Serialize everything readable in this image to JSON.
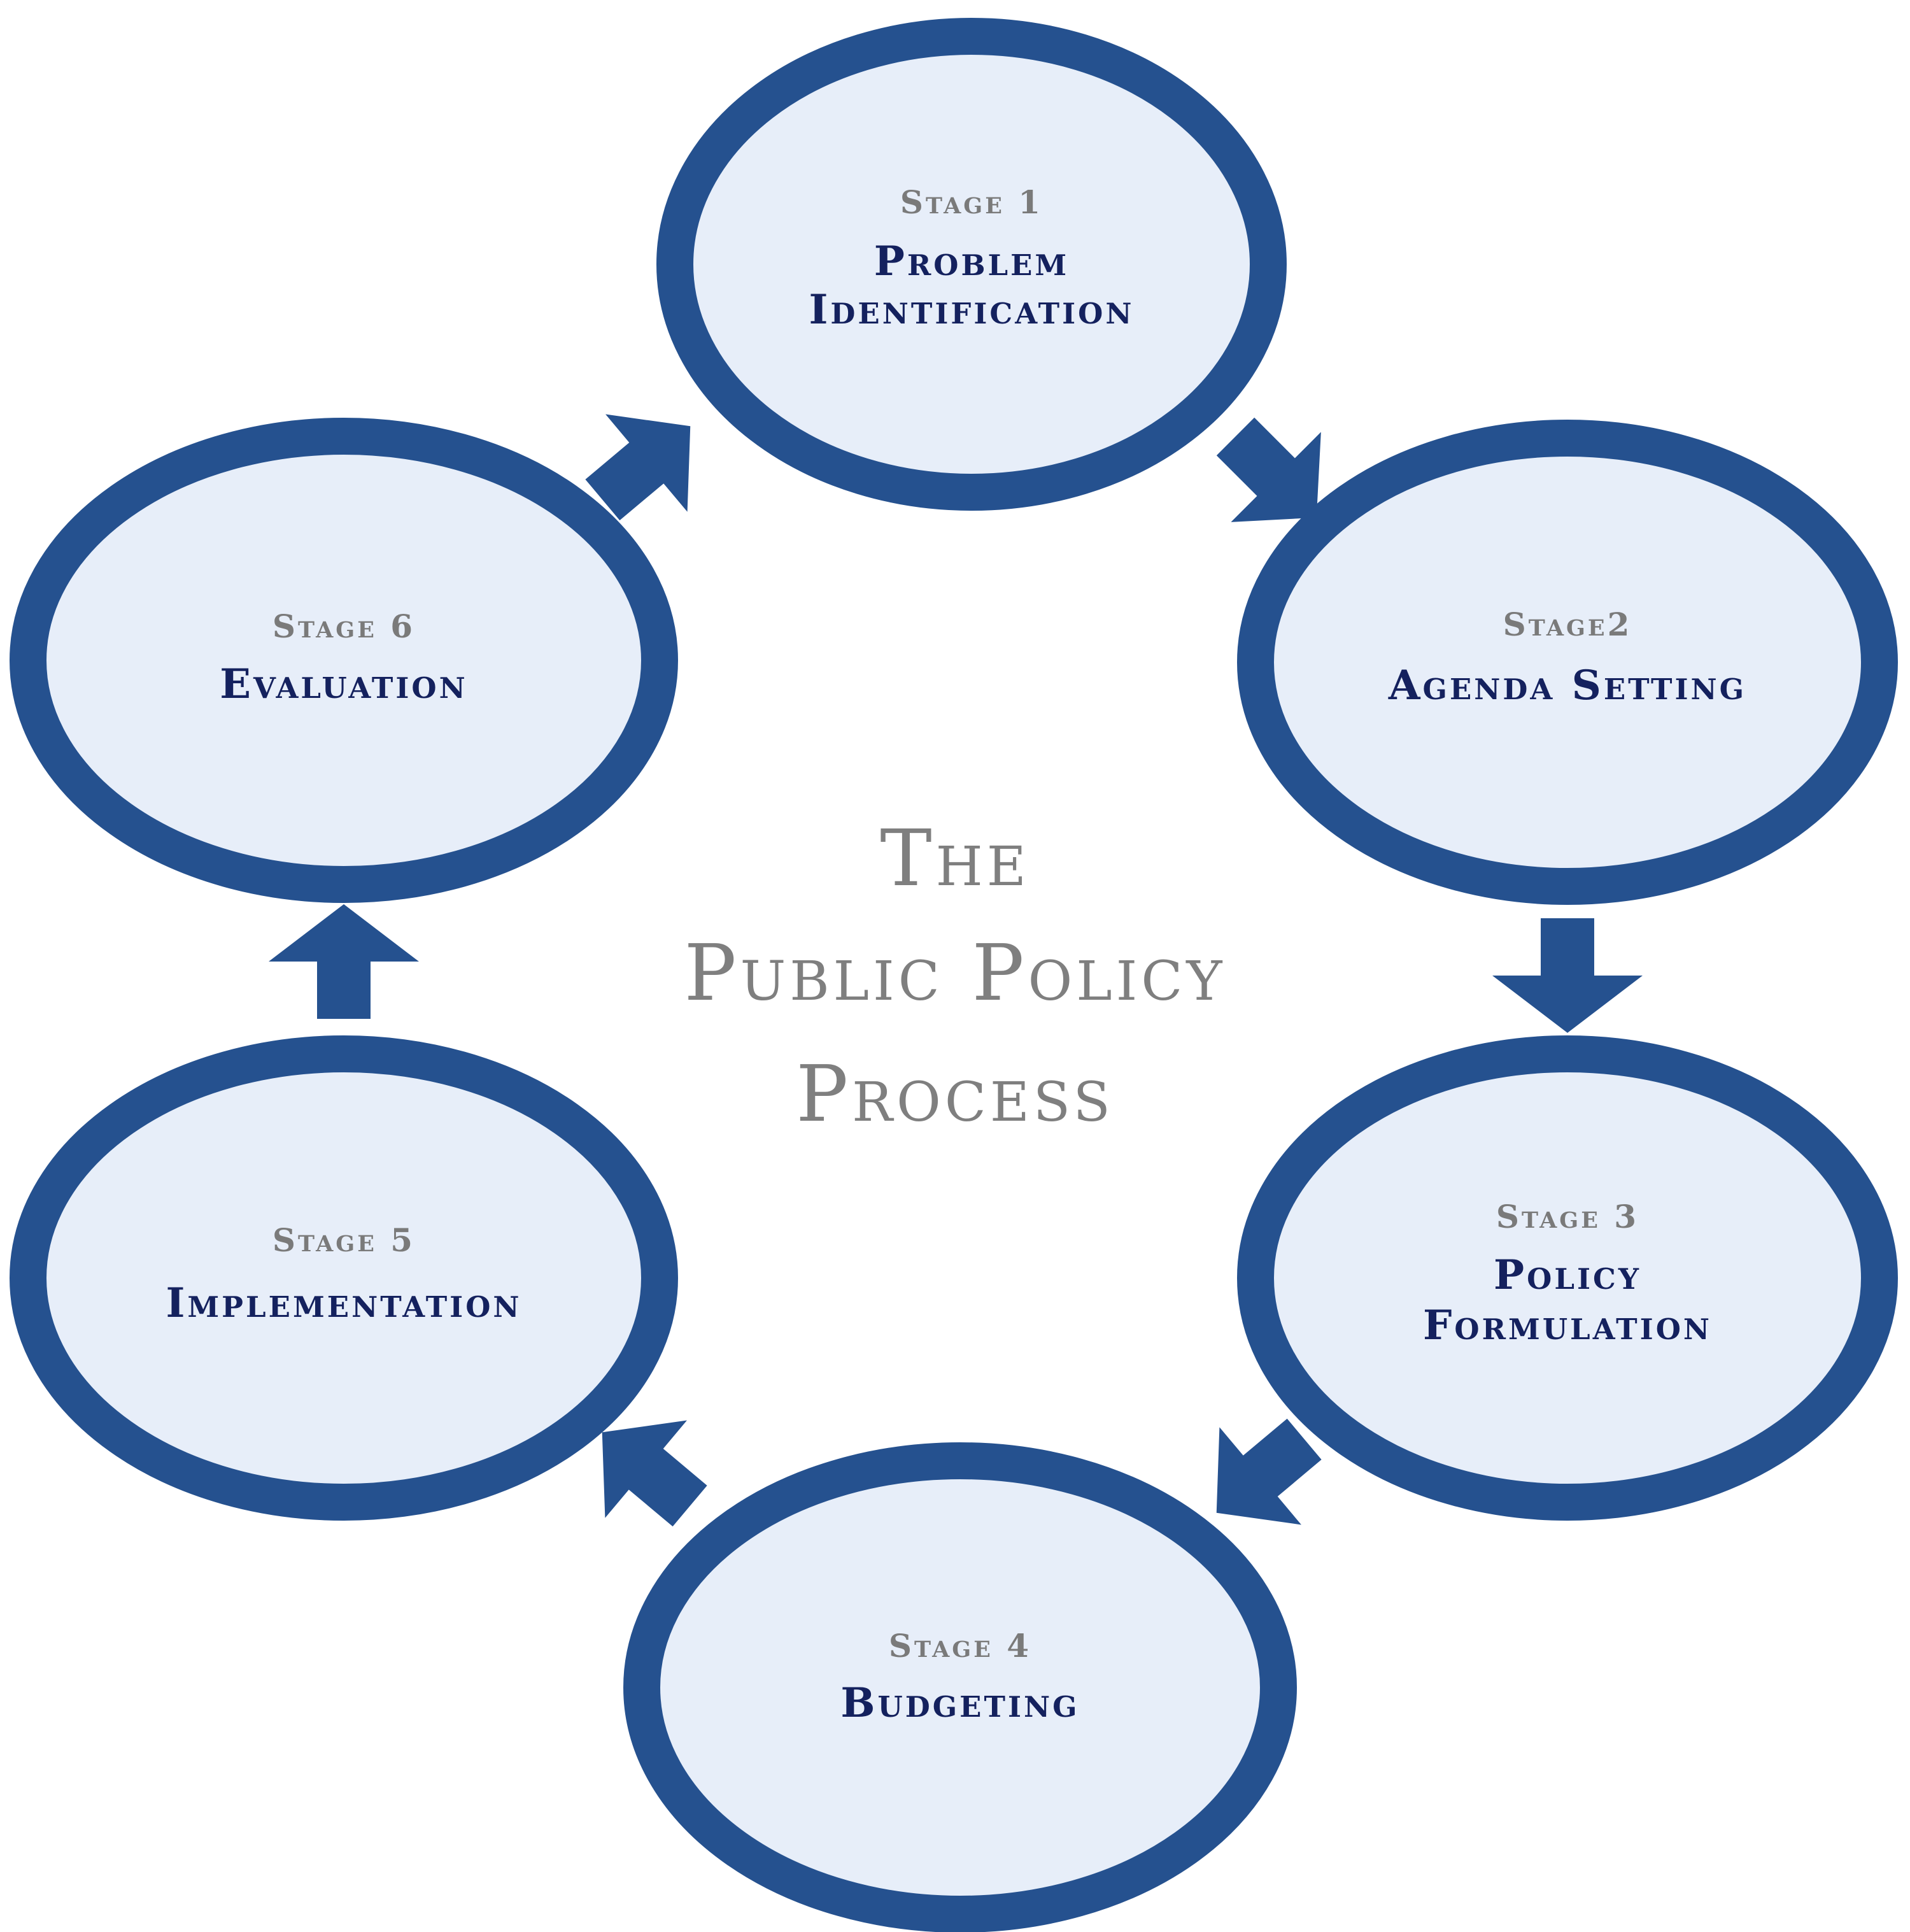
{
  "title": {
    "line1": "The",
    "line2": "Public Policy",
    "line3": "Process"
  },
  "stages": [
    {
      "label": "Stage 1",
      "name_lines": [
        "Problem",
        "Identification"
      ]
    },
    {
      "label": "Stage2",
      "name_lines": [
        "Agenda Setting"
      ]
    },
    {
      "label": "Stage 3",
      "name_lines": [
        "Policy",
        "Formulation"
      ]
    },
    {
      "label": "Stage 4",
      "name_lines": [
        "Budgeting"
      ]
    },
    {
      "label": "Stage 5",
      "name_lines": [
        "Implementation"
      ]
    },
    {
      "label": "Stage 6",
      "name_lines": [
        "Evaluation"
      ]
    }
  ],
  "colors": {
    "ring_border": "#25518f",
    "ring_fill": "#e7eef9",
    "stage_label": "#7a7a7a",
    "stage_name": "#14215e",
    "title": "#7f7f7f"
  }
}
